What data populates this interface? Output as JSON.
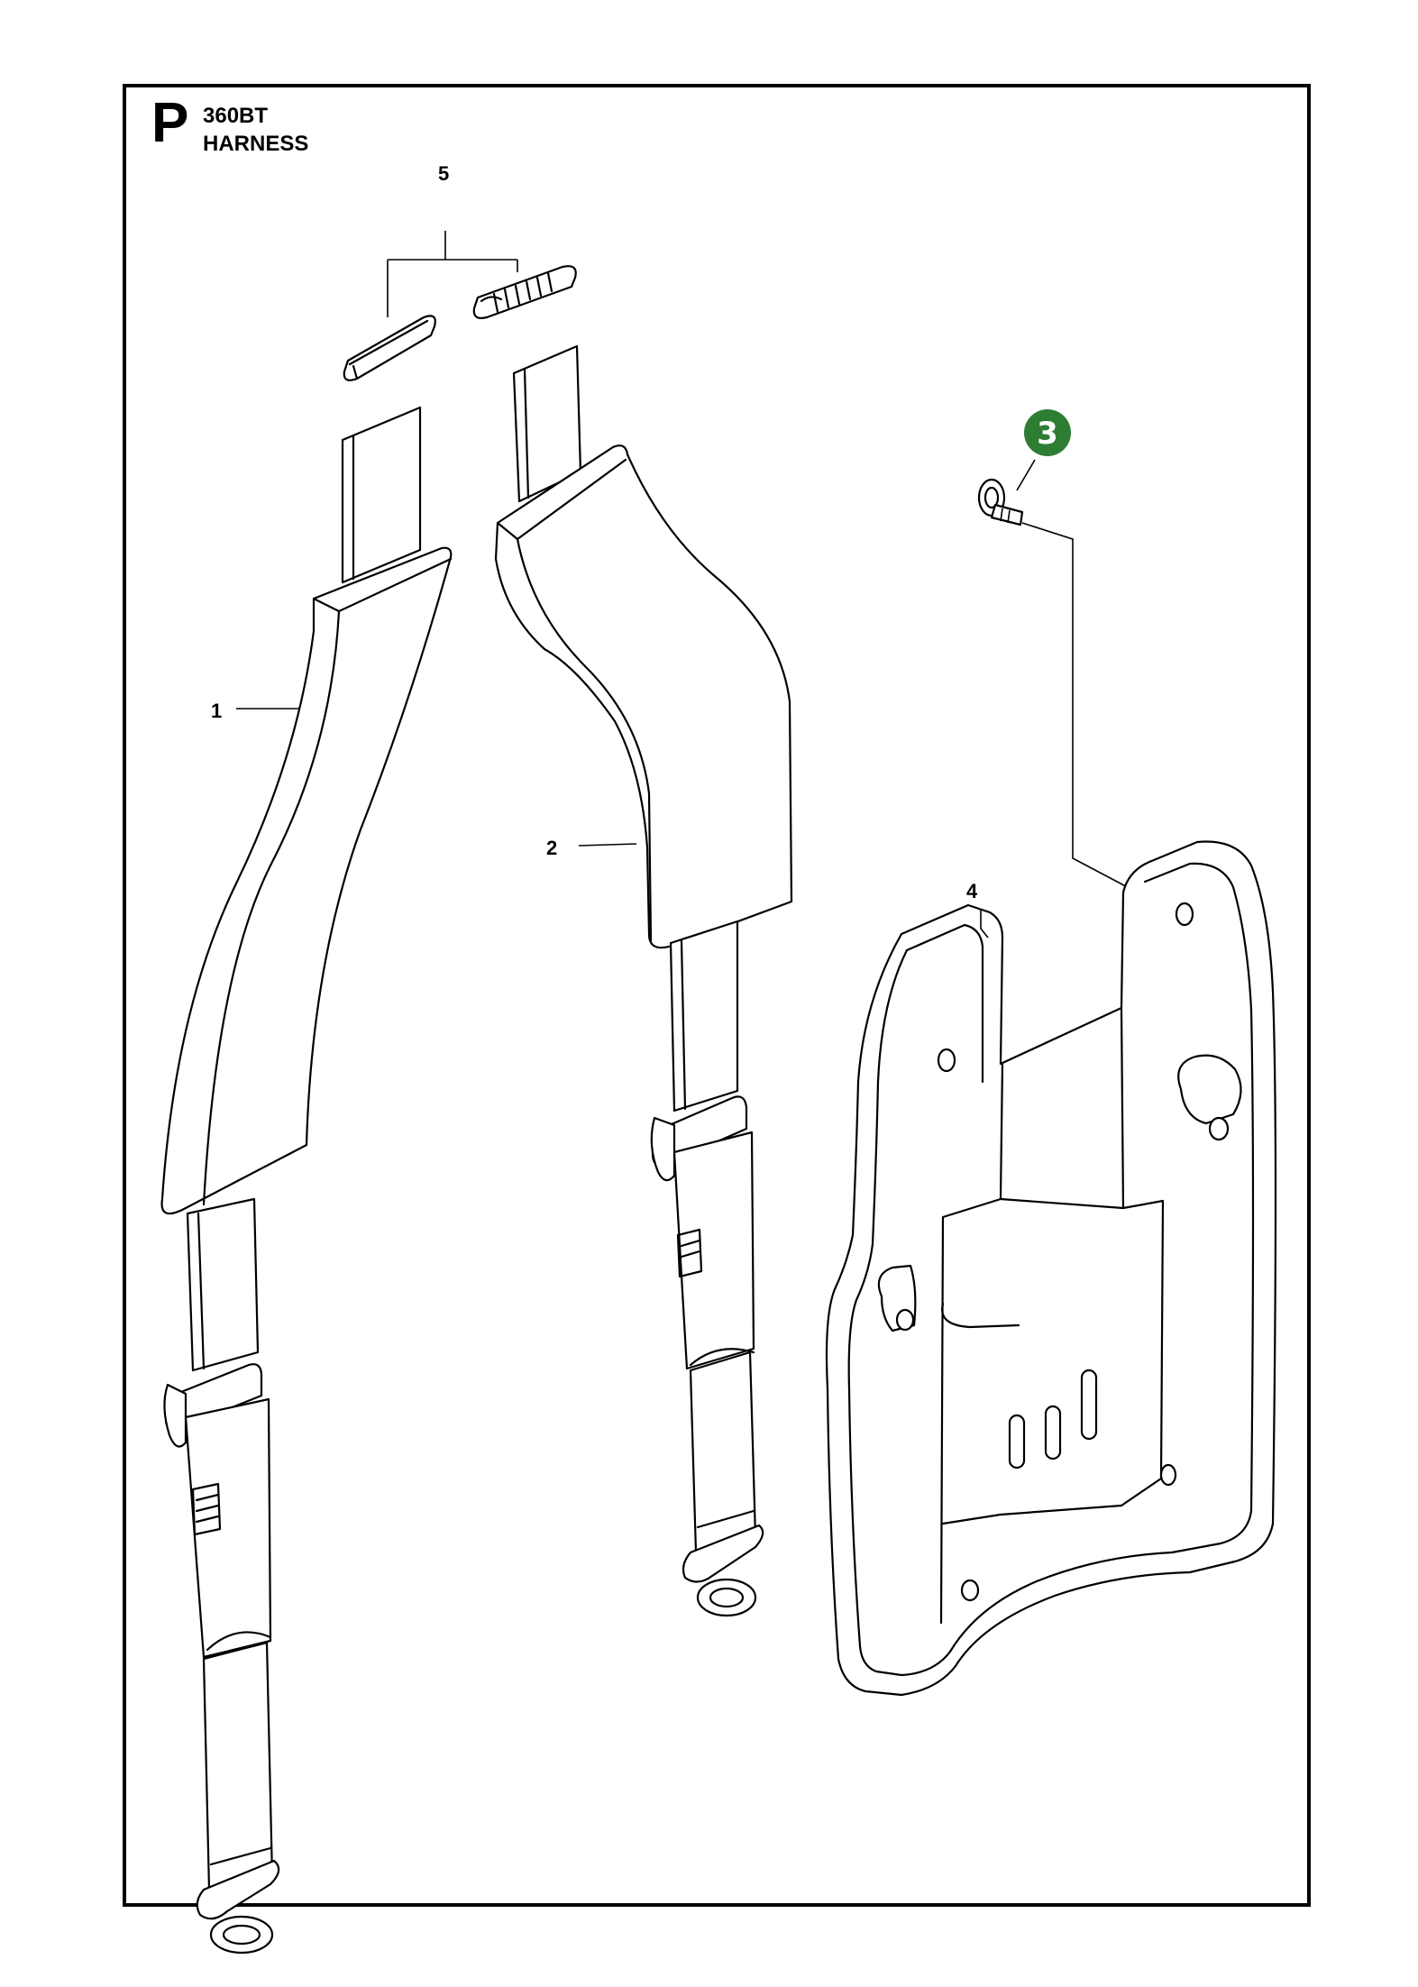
{
  "header": {
    "section_letter": "P",
    "model": "360BT",
    "title": "HARNESS"
  },
  "callouts": [
    {
      "id": "1",
      "label": "1"
    },
    {
      "id": "2",
      "label": "2"
    },
    {
      "id": "3",
      "label": "3",
      "highlighted": true
    },
    {
      "id": "4",
      "label": "4"
    },
    {
      "id": "5",
      "label": "5"
    }
  ],
  "colors": {
    "highlight_badge": "#2e7d32",
    "line": "#000000"
  }
}
